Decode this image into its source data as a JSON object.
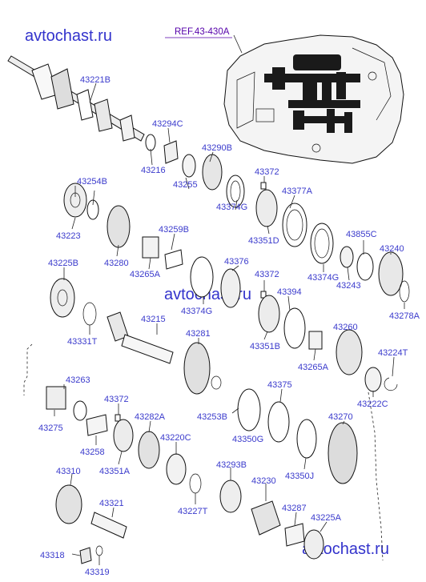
{
  "watermarks": {
    "top_left": "avtochast.ru",
    "center": "avtochast.ru",
    "bottom_right": "avtochast.ru"
  },
  "reference": "REF.43-430A",
  "parts": [
    "43221B",
    "43294C",
    "43216",
    "43290B",
    "43255",
    "43372",
    "43254B",
    "43377A",
    "43223",
    "43374G",
    "43280",
    "43259B",
    "43351D",
    "43855C",
    "43265A",
    "43240",
    "43225B",
    "43376",
    "43374G",
    "43243",
    "43372",
    "43278A",
    "43394",
    "43215",
    "43331T",
    "43374G",
    "43281",
    "43260",
    "43351B",
    "43224T",
    "43263",
    "43265A",
    "43375",
    "43372",
    "43222C",
    "43253B",
    "43282A",
    "43270",
    "43350G",
    "43275",
    "43220C",
    "43258",
    "43351A",
    "43350J",
    "43293B",
    "43310",
    "43230",
    "43227T",
    "43321",
    "43287",
    "43225A",
    "43318",
    "43319"
  ]
}
